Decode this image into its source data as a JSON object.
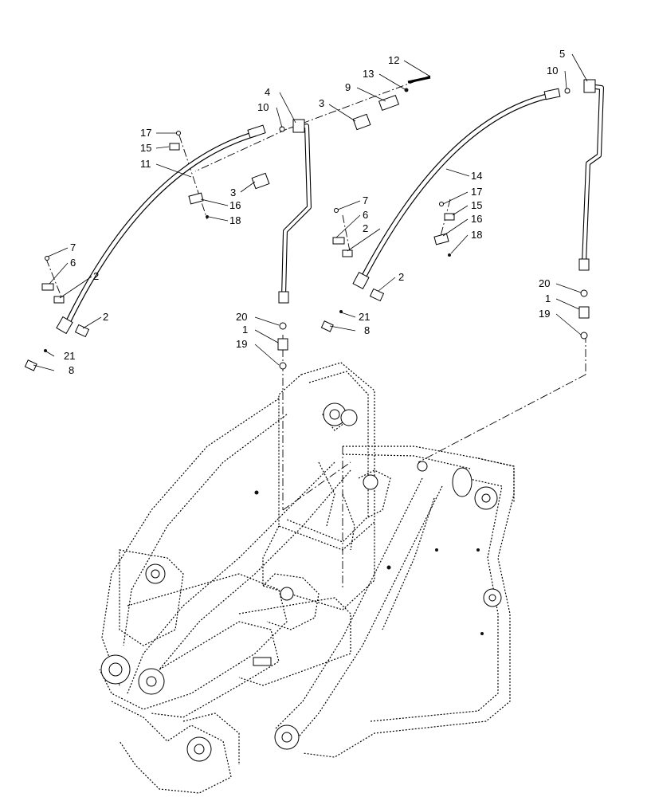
{
  "diagram": {
    "callouts": [
      {
        "id": "c12",
        "text": "12"
      },
      {
        "id": "c13",
        "text": "13"
      },
      {
        "id": "c9",
        "text": "9"
      },
      {
        "id": "c3a",
        "text": "3"
      },
      {
        "id": "c4",
        "text": "4"
      },
      {
        "id": "c10a",
        "text": "10"
      },
      {
        "id": "c17a",
        "text": "17"
      },
      {
        "id": "c15a",
        "text": "15"
      },
      {
        "id": "c11",
        "text": "11"
      },
      {
        "id": "c3b",
        "text": "3"
      },
      {
        "id": "c16a",
        "text": "16"
      },
      {
        "id": "c18a",
        "text": "18"
      },
      {
        "id": "c7a",
        "text": "7"
      },
      {
        "id": "c6a",
        "text": "6"
      },
      {
        "id": "c2a",
        "text": "2"
      },
      {
        "id": "c2b",
        "text": "2"
      },
      {
        "id": "c21a",
        "text": "21"
      },
      {
        "id": "c8a",
        "text": "8"
      },
      {
        "id": "c20a",
        "text": "20"
      },
      {
        "id": "c1a",
        "text": "1"
      },
      {
        "id": "c19a",
        "text": "19"
      },
      {
        "id": "c5",
        "text": "5"
      },
      {
        "id": "c10b",
        "text": "10"
      },
      {
        "id": "c14",
        "text": "14"
      },
      {
        "id": "c7b",
        "text": "7"
      },
      {
        "id": "c6b",
        "text": "6"
      },
      {
        "id": "c2c",
        "text": "2"
      },
      {
        "id": "c17b",
        "text": "17"
      },
      {
        "id": "c15b",
        "text": "15"
      },
      {
        "id": "c16b",
        "text": "16"
      },
      {
        "id": "c18b",
        "text": "18"
      },
      {
        "id": "c2d",
        "text": "2"
      },
      {
        "id": "c21b",
        "text": "21"
      },
      {
        "id": "c8b",
        "text": "8"
      },
      {
        "id": "c20b",
        "text": "20"
      },
      {
        "id": "c1b",
        "text": "1"
      },
      {
        "id": "c19b",
        "text": "19"
      }
    ]
  }
}
